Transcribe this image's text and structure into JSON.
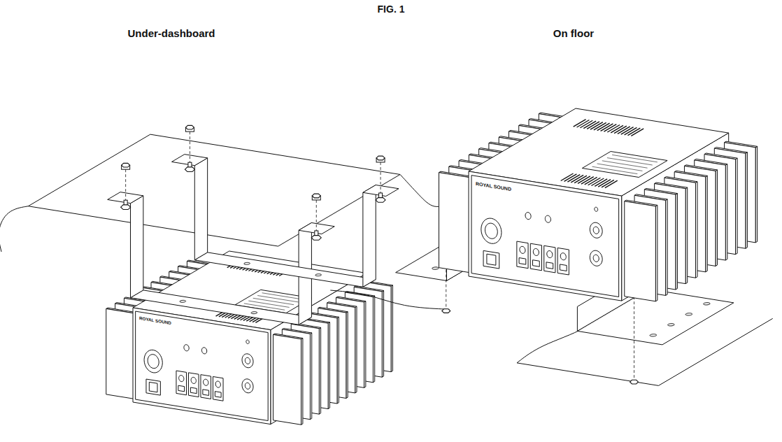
{
  "diagram": {
    "title": "FIG. 1",
    "labels": [
      "Under-dashboard",
      "On floor",
      "ROYAL SOUND",
      "ROYAL SOUND"
    ]
  }
}
